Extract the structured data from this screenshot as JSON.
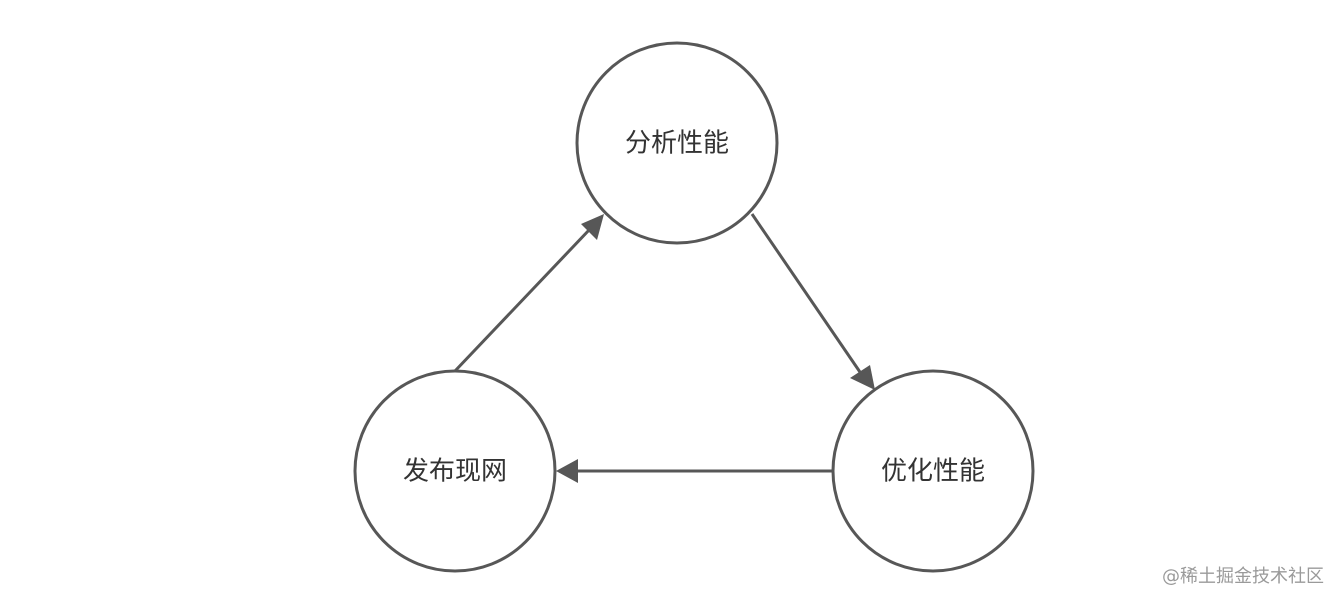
{
  "diagram": {
    "nodes": {
      "analyze": {
        "label": "分析性能"
      },
      "optimize": {
        "label": "优化性能"
      },
      "release": {
        "label": "发布现网"
      }
    },
    "edges": [
      {
        "from": "analyze",
        "to": "optimize"
      },
      {
        "from": "optimize",
        "to": "release"
      },
      {
        "from": "release",
        "to": "analyze"
      }
    ],
    "colors": {
      "stroke": "#575757",
      "text": "#333333"
    }
  },
  "watermark": {
    "text": "@稀土掘金技术社区"
  }
}
